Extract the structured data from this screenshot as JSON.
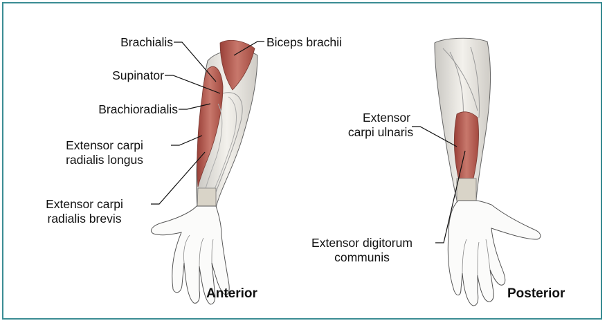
{
  "figure": {
    "anterior": {
      "view_label": "Anterior",
      "labels": {
        "brachialis": "Brachialis",
        "biceps_brachii": "Biceps brachii",
        "supinator": "Supinator",
        "brachioradialis": "Brachioradialis",
        "ecrl_line1": "Extensor carpi",
        "ecrl_line2": "radialis longus",
        "ecrb_line1": "Extensor carpi",
        "ecrb_line2": "radialis brevis"
      }
    },
    "posterior": {
      "view_label": "Posterior",
      "labels": {
        "ecu_line1": "Extensor",
        "ecu_line2": "carpi ulnaris",
        "edc_line1": "Extensor digitorum",
        "edc_line2": "communis"
      }
    },
    "colors": {
      "border": "#3a8c93",
      "muscle": "#b95f56",
      "tendon": "#e7e3dc",
      "outline": "#555555"
    }
  }
}
